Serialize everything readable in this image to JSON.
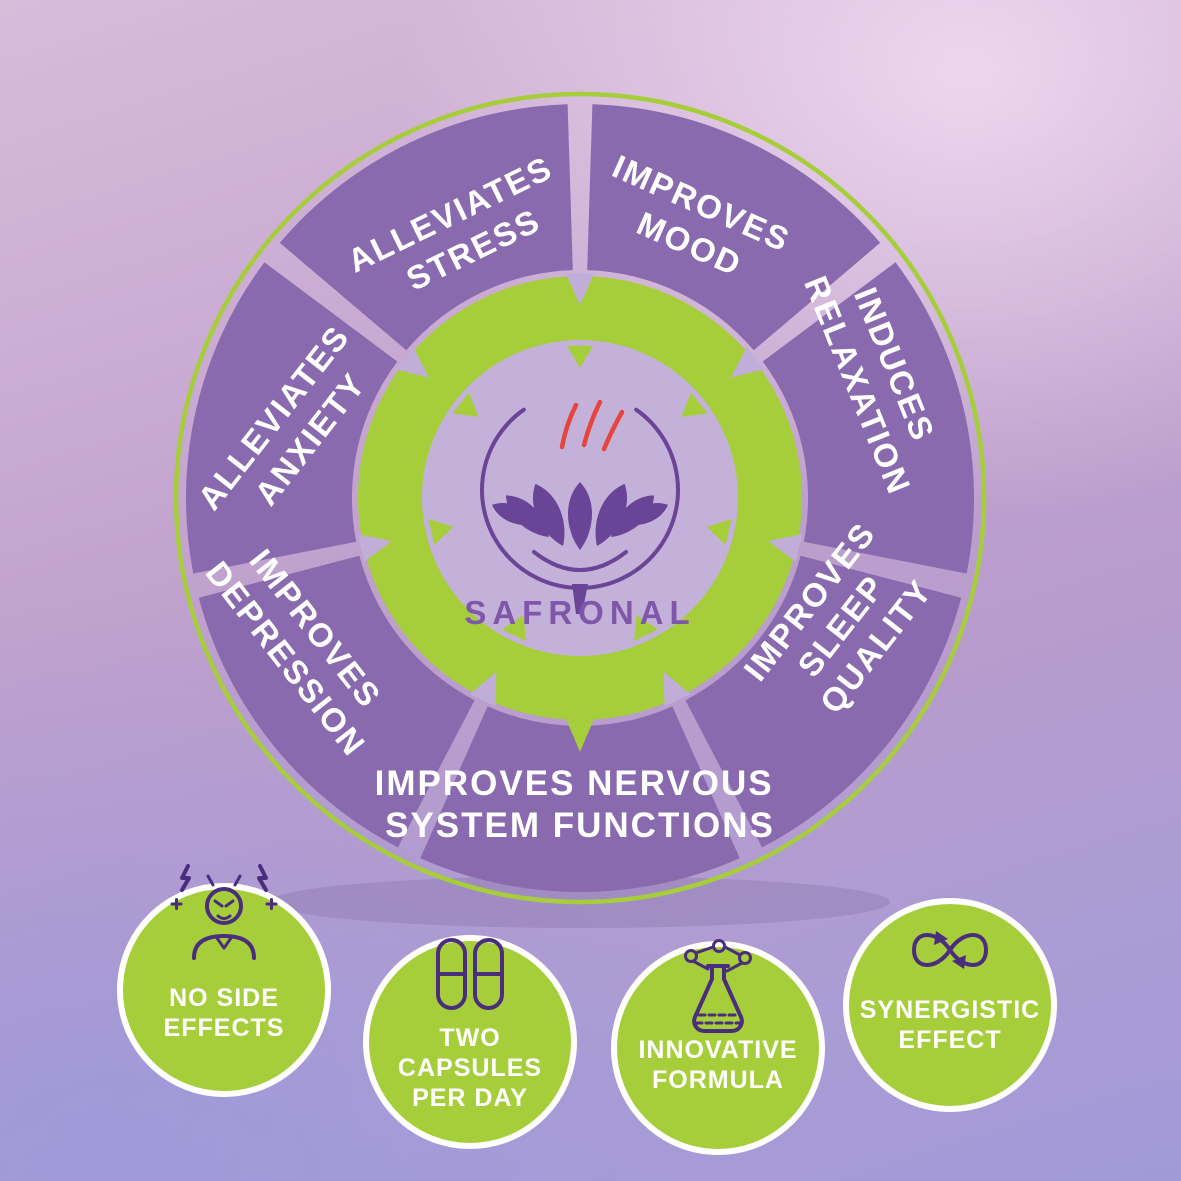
{
  "wheel": {
    "brand": "SAFRONAL",
    "center_icon": "lotus-saffron-logo-icon",
    "segments": [
      {
        "id": "improves-mood",
        "lines": [
          "IMPROVES",
          "MOOD"
        ]
      },
      {
        "id": "induces-relaxation",
        "lines": [
          "INDUCES",
          "RELAXATION"
        ]
      },
      {
        "id": "improves-sleep-quality",
        "lines": [
          "IMPROVES",
          "SLEEP",
          "QUALITY"
        ]
      },
      {
        "id": "improves-nervous-system-functions",
        "lines": [
          "IMPROVES NERVOUS",
          "SYSTEM FUNCTIONS"
        ]
      },
      {
        "id": "improves-depression",
        "lines": [
          "IMPROVES",
          "DEPRESSION"
        ]
      },
      {
        "id": "alleviates-anxiety",
        "lines": [
          "ALLEVIATES",
          "ANXIETY"
        ]
      },
      {
        "id": "alleviates-stress",
        "lines": [
          "ALLEVIATES",
          "STRESS"
        ]
      }
    ]
  },
  "badges": [
    {
      "id": "no-side-effects",
      "icon": "stressed-person-icon",
      "lines": [
        "NO SIDE",
        "EFFECTS"
      ]
    },
    {
      "id": "two-capsules-per-day",
      "icon": "capsules-icon",
      "lines": [
        "TWO",
        "CAPSULES",
        "PER DAY"
      ]
    },
    {
      "id": "innovative-formula",
      "icon": "flask-molecules-icon",
      "lines": [
        "INNOVATIVE",
        "FORMULA"
      ]
    },
    {
      "id": "synergistic-effect",
      "icon": "infinity-arrows-icon",
      "lines": [
        "SYNERGISTIC",
        "EFFECT"
      ]
    }
  ],
  "colors": {
    "lime_green": "#a6ce3a",
    "segment_purple": "#8a6aae",
    "logo_purple": "#6a4496",
    "brand_text_purple": "#7e57ab",
    "icon_purple": "#4b2d7e",
    "saffron_red": "#e5453e",
    "label_white": "#ffffff"
  }
}
